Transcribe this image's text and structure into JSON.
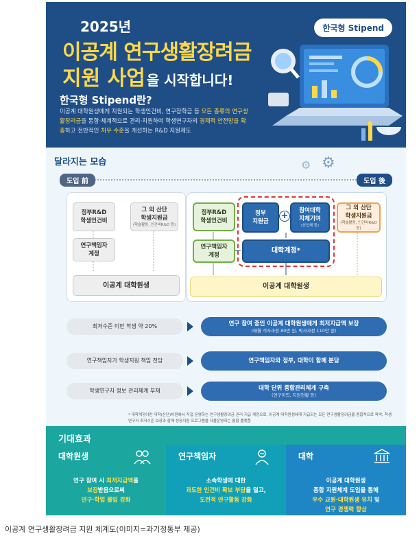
{
  "header": {
    "year": "2025년",
    "title_line1": "이공계 연구생활장려금",
    "title_line2_main": "지원 사업",
    "title_line2_rest": "을 시작합니다!",
    "badge": "한국형 Stipend",
    "subheading": "한국형 Stipend란?",
    "desc_parts": [
      "이공계 대학원생에게 지원되는 학생인건비, 연구장학금 등 ",
      "모든 종류의 연구생활장려금",
      "을 통합·체계적으로 관리·지원하여 학생연구자의 ",
      "경제적 안전망을 확충",
      "하고 전반적인 ",
      "처우 수준",
      "을 개선하는 R&D 지원제도"
    ]
  },
  "changes": {
    "section_title": "달라지는 모습",
    "before_label": "도입 前",
    "after_label": "도입 後",
    "before": {
      "box1": "정부R&D\n학생인건비",
      "box2_main": "그 외 산단\n학생지원금",
      "box2_note": "(학술활동, 인건비R&D 등)",
      "box3": "연구책임자\n계정",
      "bottom": "이공계 대학원생"
    },
    "after": {
      "green1": "정부R&D\n학생인건비",
      "blue_gov": "정부\n지원금",
      "blue_univ_main": "참여대학\n자체기여",
      "blue_univ_note": "(산업체 등)",
      "orange_main": "그 외 산단\n학생지원금",
      "orange_note": "(학술활동, 인건비R&D 등)",
      "green2": "연구책임자\n계정",
      "account": "대학계정*",
      "bottom": "이공계 대학원생"
    },
    "rows": [
      {
        "left": "최저수준 미만 학생 약 20%",
        "right": "연구 참여 중인 이공계 대학원생에게 최저지급액 보장",
        "right_note": "(매월 석사과정 80만 원, 박사과정 110만 원)"
      },
      {
        "left": "연구책임자가  학생지원 책임 전담",
        "right": "연구책임자와 정부, 대학이 함께 분담",
        "right_note": ""
      },
      {
        "left": "학생연구자  정보 관리체계 부재",
        "right": "대학 단위 종합관리체계 구축",
        "right_note": "(연구이력, 지원현황 등)"
      }
    ],
    "footnote": "* 대학계정이란 대학(산단)차원에서 직접 운영하는 연구생활장려금 관리·지급 계정으로, 이공계 대학원생에게 지급되는 모든 연구생활장려금을 종합적으로 파악, 학생연구자 최저수준 보장과 함께 성장지원 프로그램을 자율운영하는 통합 플랫폼"
  },
  "effects": {
    "title": "기대효과",
    "columns": [
      {
        "head": "대학원생",
        "icon": "students-icon",
        "lines": [
          "연구 참여 시 |최저지급액|을",
          "|보장|받음으로써",
          "|연구·학업 몰입 강화|"
        ]
      },
      {
        "head": "연구책임자",
        "icon": "researcher-icon",
        "lines": [
          "소속학생에 대한",
          "|과도한 인건비 확보 부담|을 덜고,",
          "|도전적 연구활동 강화|"
        ]
      },
      {
        "head": "대학",
        "icon": "university-icon",
        "lines": [
          "이공계 대학원생",
          "종합 지원체계 도입을 통해",
          "|우수 교원·대학원생 유치| 및",
          "|연구 경쟁력 향상|"
        ]
      }
    ],
    "column_colors": [
      "#1ba6a0",
      "#11a0b8",
      "#1f86c6"
    ]
  },
  "caption": "이공계 연구생활장려금 지원 체계도(이미지=과기정통부 제공)"
}
